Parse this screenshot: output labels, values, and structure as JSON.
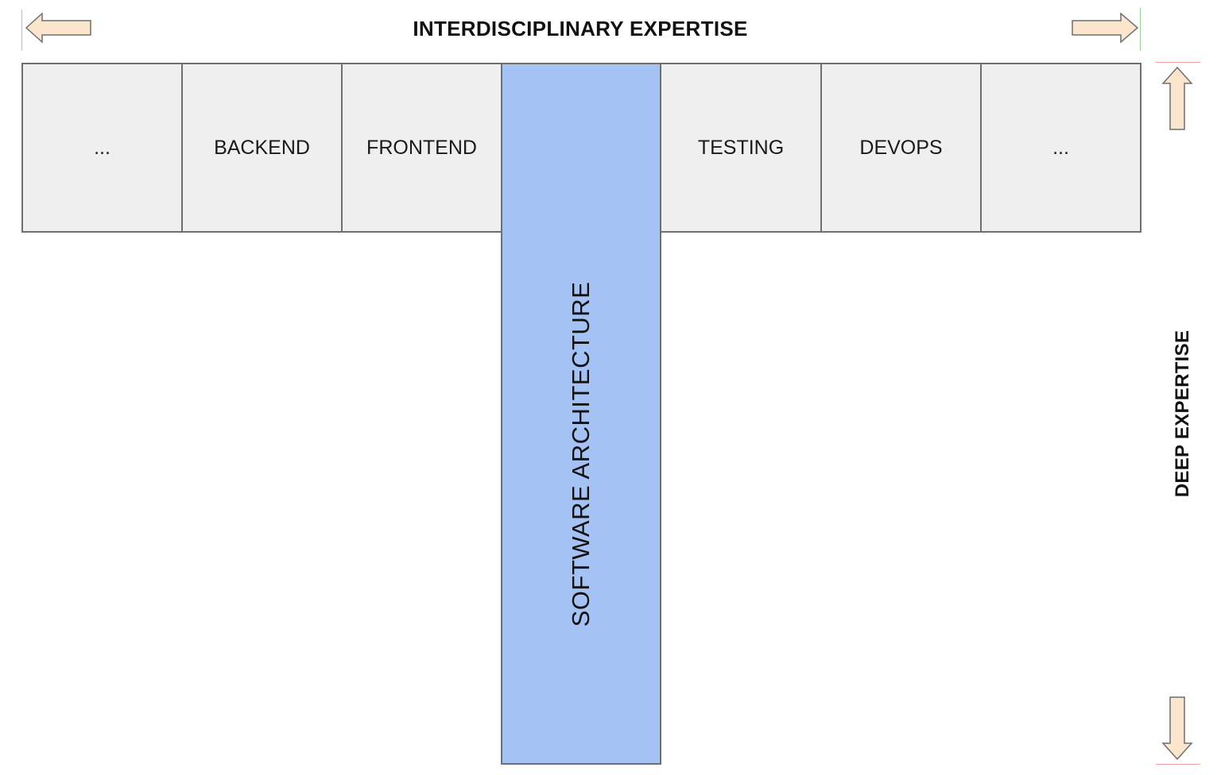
{
  "diagram": {
    "top_label": "INTERDISCIPLINARY EXPERTISE",
    "side_label": "DEEP EXPERTISE",
    "pillar_label": "SOFTWARE ARCHITECTURE",
    "cells": [
      "...",
      "BACKEND",
      "FRONTEND",
      "TESTING",
      "DEVOPS",
      "..."
    ]
  },
  "colors": {
    "cell_fill": "#efefef",
    "pillar_fill": "#a4c2f4",
    "arrow_fill": "#fce5cd",
    "border": "#6f6f6f"
  }
}
